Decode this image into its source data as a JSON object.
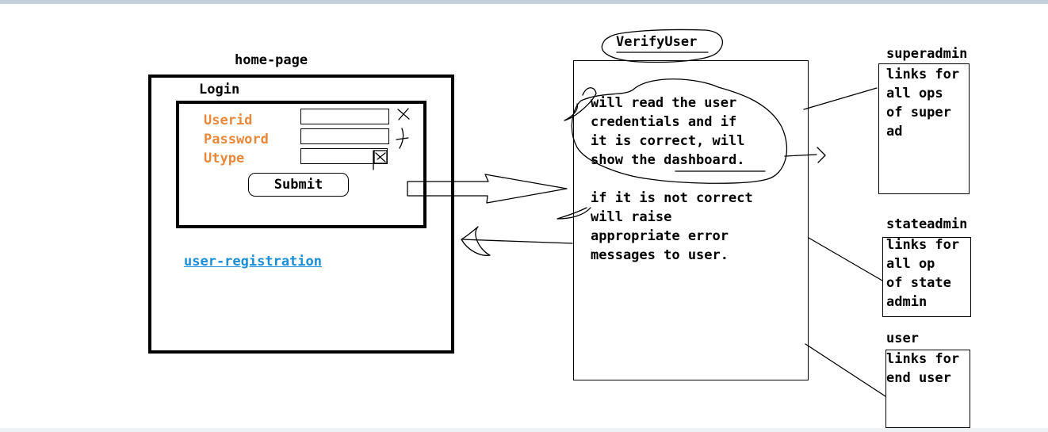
{
  "home": {
    "title": "home-page",
    "login_label": "Login",
    "fields": [
      {
        "label": "Userid",
        "value": ""
      },
      {
        "label": "Password",
        "value": ""
      },
      {
        "label": "Utype",
        "value": ""
      }
    ],
    "submit_label": "Submit",
    "registration_link": "user-registration"
  },
  "verify": {
    "title": "VerifyUser",
    "paragraph1": [
      "will read the user",
      "credentials and if",
      "it is correct, will",
      "show the dashboard."
    ],
    "paragraph2": [
      "if it is not correct",
      "will raise",
      "appropriate error",
      "messages to user."
    ]
  },
  "roles": [
    {
      "title": "superadmin",
      "lines": [
        "links for",
        "all ops",
        "of super",
        "ad"
      ]
    },
    {
      "title": "stateadmin",
      "lines": [
        "links for",
        "all op",
        "of state",
        "admin"
      ]
    },
    {
      "title": "user",
      "lines": [
        "links for",
        "end user"
      ]
    }
  ],
  "colors": {
    "label_orange": "#e8883a",
    "link_blue": "#1a8fd6",
    "ink": "#000000"
  }
}
